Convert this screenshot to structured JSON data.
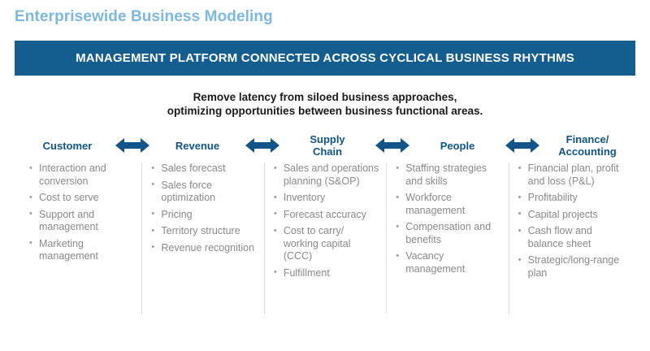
{
  "page_title": "Enterprisewide Business Modeling",
  "banner": {
    "text": "MANAGEMENT PLATFORM CONNECTED ACROSS CYCLICAL BUSINESS RHYTHMS",
    "background_color": "#135e8f",
    "text_color": "#ffffff"
  },
  "subtitle": {
    "line1": "Remove latency from siloed business approaches,",
    "line2": "optimizing opportunities between business functional areas."
  },
  "colors": {
    "title_blue": "#7cb8e0",
    "header_blue": "#10558a",
    "banner_blue": "#135e8f",
    "bullet_gray": "#8a8a8a",
    "divider_gray": "#dcdcdc"
  },
  "arrows": {
    "icon": "double-headed-arrow",
    "color": "#10558a",
    "count": 4
  },
  "columns": [
    {
      "header_line1": "Customer",
      "header_line2": "",
      "items": [
        "Interaction and conversion",
        "Cost to serve",
        "Support and management",
        "Marketing management"
      ]
    },
    {
      "header_line1": "Revenue",
      "header_line2": "",
      "items": [
        "Sales forecast",
        "Sales force optimization",
        "Pricing",
        "Territory structure",
        "Revenue recognition"
      ]
    },
    {
      "header_line1": "Supply",
      "header_line2": "Chain",
      "items": [
        "Sales and operations planning (S&OP)",
        "Inventory",
        "Forecast accuracy",
        "Cost to carry/ working capital (CCC)",
        "Fulfillment"
      ]
    },
    {
      "header_line1": "People",
      "header_line2": "",
      "items": [
        "Staffing strategies and skills",
        "Workforce management",
        "Compensation and benefits",
        "Vacancy management"
      ]
    },
    {
      "header_line1": "Finance/",
      "header_line2": "Accounting",
      "items": [
        "Financial plan, profit and loss (P&L)",
        "Profitability",
        "Capital projects",
        "Cash flow and balance sheet",
        "Strategic/long-range plan"
      ]
    }
  ]
}
